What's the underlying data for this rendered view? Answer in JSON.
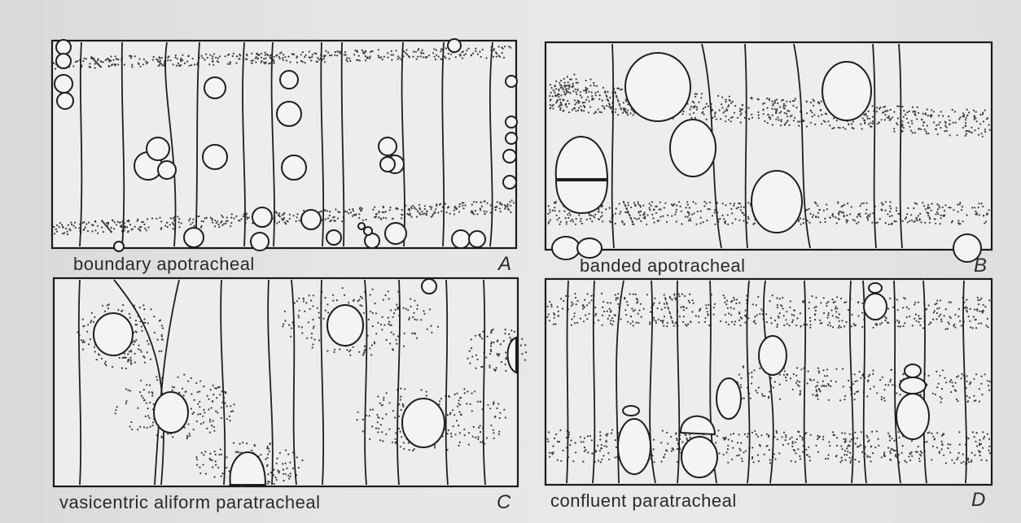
{
  "panels": [
    {
      "id": "A",
      "caption": "boundary apotracheal",
      "letter": "A"
    },
    {
      "id": "B",
      "caption": "banded apotracheal",
      "letter": "B"
    },
    {
      "id": "C",
      "caption": "vasicentric aliform paratracheal",
      "letter": "C"
    },
    {
      "id": "D",
      "caption": "confluent paratracheal",
      "letter": "D"
    }
  ],
  "colors": {
    "ink": "#1e1e1e",
    "paper": "#e6e6e4"
  }
}
